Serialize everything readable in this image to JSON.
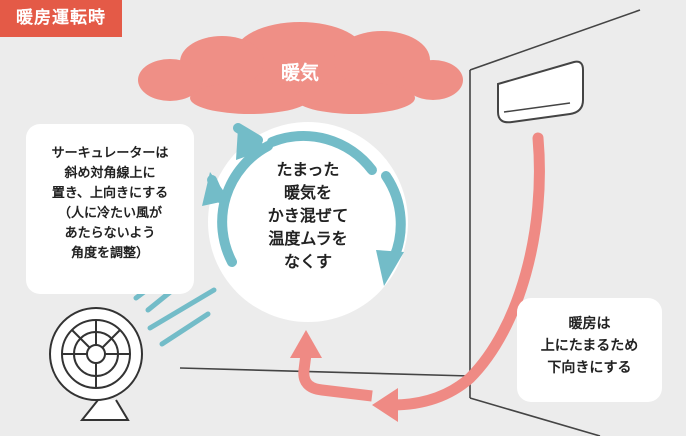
{
  "tag": "暖房運転時",
  "cloud_label": "暖気",
  "center_lines": [
    "たまった",
    "暖気を",
    "かき混ぜて",
    "温度ムラを",
    "なくす"
  ],
  "left_bubble_lines": [
    "サーキュレーターは",
    "斜め対角線上に",
    "置き、上向きにする",
    "（人に冷たい風が",
    "あたらないよう",
    "角度を調整）"
  ],
  "right_bubble_lines": [
    "暖房は",
    "上にたまるため",
    "下向きにする"
  ],
  "colors": {
    "tag": "#e45a47",
    "cloud": "#ef8f86",
    "arrow_red": "#ef8a84",
    "arrow_teal": "#73bcc8",
    "background": "#ececec"
  }
}
